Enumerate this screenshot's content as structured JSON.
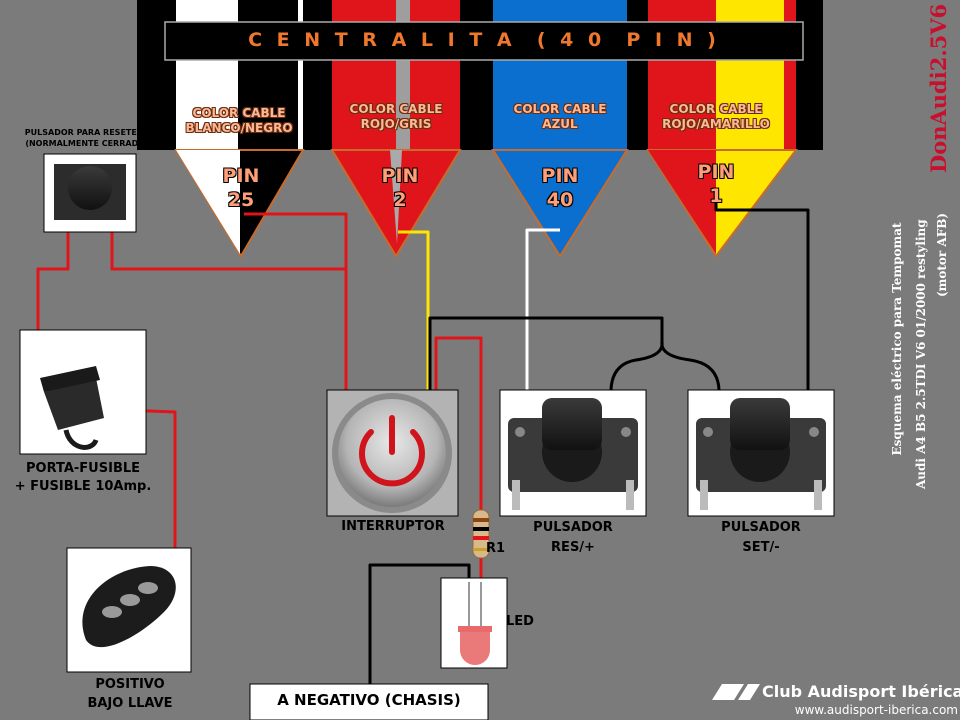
{
  "header": {
    "title": "C E N T R A L I T A  ( 4 0  P I N )"
  },
  "pins": [
    {
      "cable": [
        "COLOR CABLE",
        "BLANCO/NEGRO"
      ],
      "pin_word": "PIN",
      "pin_number": "25"
    },
    {
      "cable": [
        "COLOR CABLE",
        "ROJO/GRIS"
      ],
      "pin_word": "PIN",
      "pin_number": "2"
    },
    {
      "cable": [
        "COLOR CABLE",
        "AZUL"
      ],
      "pin_word": "PIN",
      "pin_number": "40"
    },
    {
      "cable": [
        "COLOR CABLE",
        "ROJO/AMARILLO"
      ],
      "pin_word": "PIN",
      "pin_number": "1"
    }
  ],
  "components": {
    "reset": [
      "PULSADOR PARA RESETEAR",
      "(NORMALMENTE CERRADO)"
    ],
    "fuse": [
      "PORTA-FUSIBLE",
      "+ FUSIBLE 10Amp."
    ],
    "key": [
      "POSITIVO",
      "BAJO LLAVE"
    ],
    "switch": [
      "INTERRUPTOR"
    ],
    "res": [
      "PULSADOR",
      "RES/+"
    ],
    "set": [
      "PULSADOR",
      "SET/-"
    ],
    "resistor": "R1",
    "led": "LED",
    "ground": "A NEGATIVO (CHASIS)"
  },
  "side": {
    "brand": "DonAudi2.5V6",
    "caption": [
      "Esquema eléctrico para Tempomat",
      "Audi A4 B5 2.5TDI V6 01/2000 restyling",
      "(motor AFB)"
    ]
  },
  "footer": {
    "club": "Club Audisport Ibérica",
    "url": "www.audisport-iberica.com"
  },
  "colors": {
    "background": "#7b7b7b",
    "wire_red": "#e0141b",
    "wire_black": "#000000",
    "wire_yellow": "#ffe600",
    "wire_white": "#ffffff",
    "brand_red": "#c8102e"
  }
}
